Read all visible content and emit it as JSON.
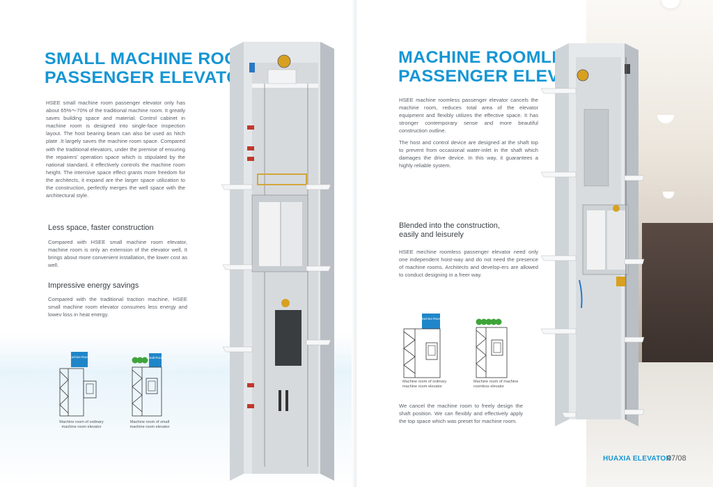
{
  "left": {
    "title_line1": "SMALL MACHINE ROOM",
    "title_line2": "PASSENGER ELEVATOR",
    "body": "HSEE small machine room passenger elevator only has about 65%～70% of the traditional machine room. It greatly saves building space and material. Control cabinet in machine room is designed into single-face inspection layout. The host bearing beam can also be used as hitch plate .It largely saves the machine room space. Compared with the traditional elevators, under the premise of ensuring the repairers' operation space which is stipulated by the national standard, it effectively controls the machine room height. The intensive space effect grants more freedom for the architects, it expand are the larger space utilization to the construction, perfectly merges the well space with the architectural style.",
    "sub1": "Less space, faster construction",
    "sub1_body": "Compared with HSEE small machine room elevator, machine room is only an extension of the elevator well, It brings about more convenient installation, the lower cost as well.",
    "sub2": "Impressive energy savings",
    "sub2_body": "Compared with the traditional traction machine, HSEE small machine room elevator consumes less energy and lowev loss in heat energy.",
    "diagram1_label": "Machine Room",
    "diagram1_caption": "Machine room of ordinary machine room elevator",
    "diagram2_label": "Small Room",
    "diagram2_caption": "Machine room of small machine room elevator"
  },
  "right": {
    "title_line1": "MACHINE ROOMLESS",
    "title_line2": "PASSENGER ELEVATOR",
    "body1": "HSEE machine roomless passenger elevator cancels the machine room, reduces total area of the elevator equipment and flexibly utilizes the effective space. It has stronger contemporary sense and more beautiful construction outline.",
    "body2": "The host and control device are designed at the shaft top to prevent from occasional water-inlet in the shaft which damages the drive device. In this way, it guarantees a highly reliable system.",
    "sub1_line1": "Blended into the construction,",
    "sub1_line2": "easily and leisurely",
    "sub1_body": "HSEE mechine roomless passenger elevator need only one independent hoist-way and do not need the presence of machine rooms. Architects and develop-ers are allowed to conduct designing in a freer way.",
    "diagram1_label": "Machine Room",
    "diagram1_caption": "Machine room of ordinary machine room elevator",
    "diagram2_caption": "Machine room of machine roomless elevator",
    "bottom_text": "We cancel the machine room to freely design the shaft position. We can flexibly and effectively apply the top space which was preset for machine room.",
    "brand": "HUAXIA ELEVATOR",
    "page_no": "07/08"
  },
  "colors": {
    "accent": "#1596d4",
    "diagram_box": "#1f86c9",
    "tree": "#3fa43a"
  }
}
